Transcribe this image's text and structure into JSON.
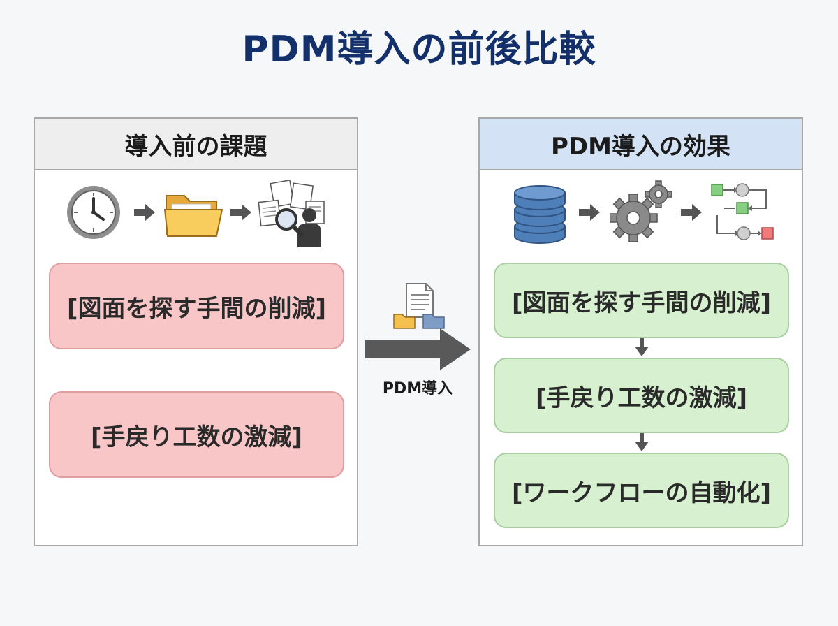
{
  "title": "PDM導入の前後比較",
  "before": {
    "header": "導入前の課題",
    "icons": [
      "clock-icon",
      "folder-icon",
      "document-search-person-icon"
    ],
    "items": [
      "[図面を探す手間の削減]",
      "[手戻り工数の激減]"
    ]
  },
  "transition": {
    "label": "PDM導入",
    "icon": "documents-folders-icon"
  },
  "after": {
    "header": "PDM導入の効果",
    "icons": [
      "database-icon",
      "gears-icon",
      "workflow-icon"
    ],
    "items": [
      "[図面を探す手間の削減]",
      "[手戻り工数の激減]",
      "[ワークフローの自動化]"
    ]
  },
  "colors": {
    "title": "#14306a",
    "before_header_bg": "#eeeeee",
    "after_header_bg": "#d3e3f5",
    "before_box": "#f9c6c7",
    "after_box": "#d6f0d0",
    "arrow": "#595959"
  }
}
